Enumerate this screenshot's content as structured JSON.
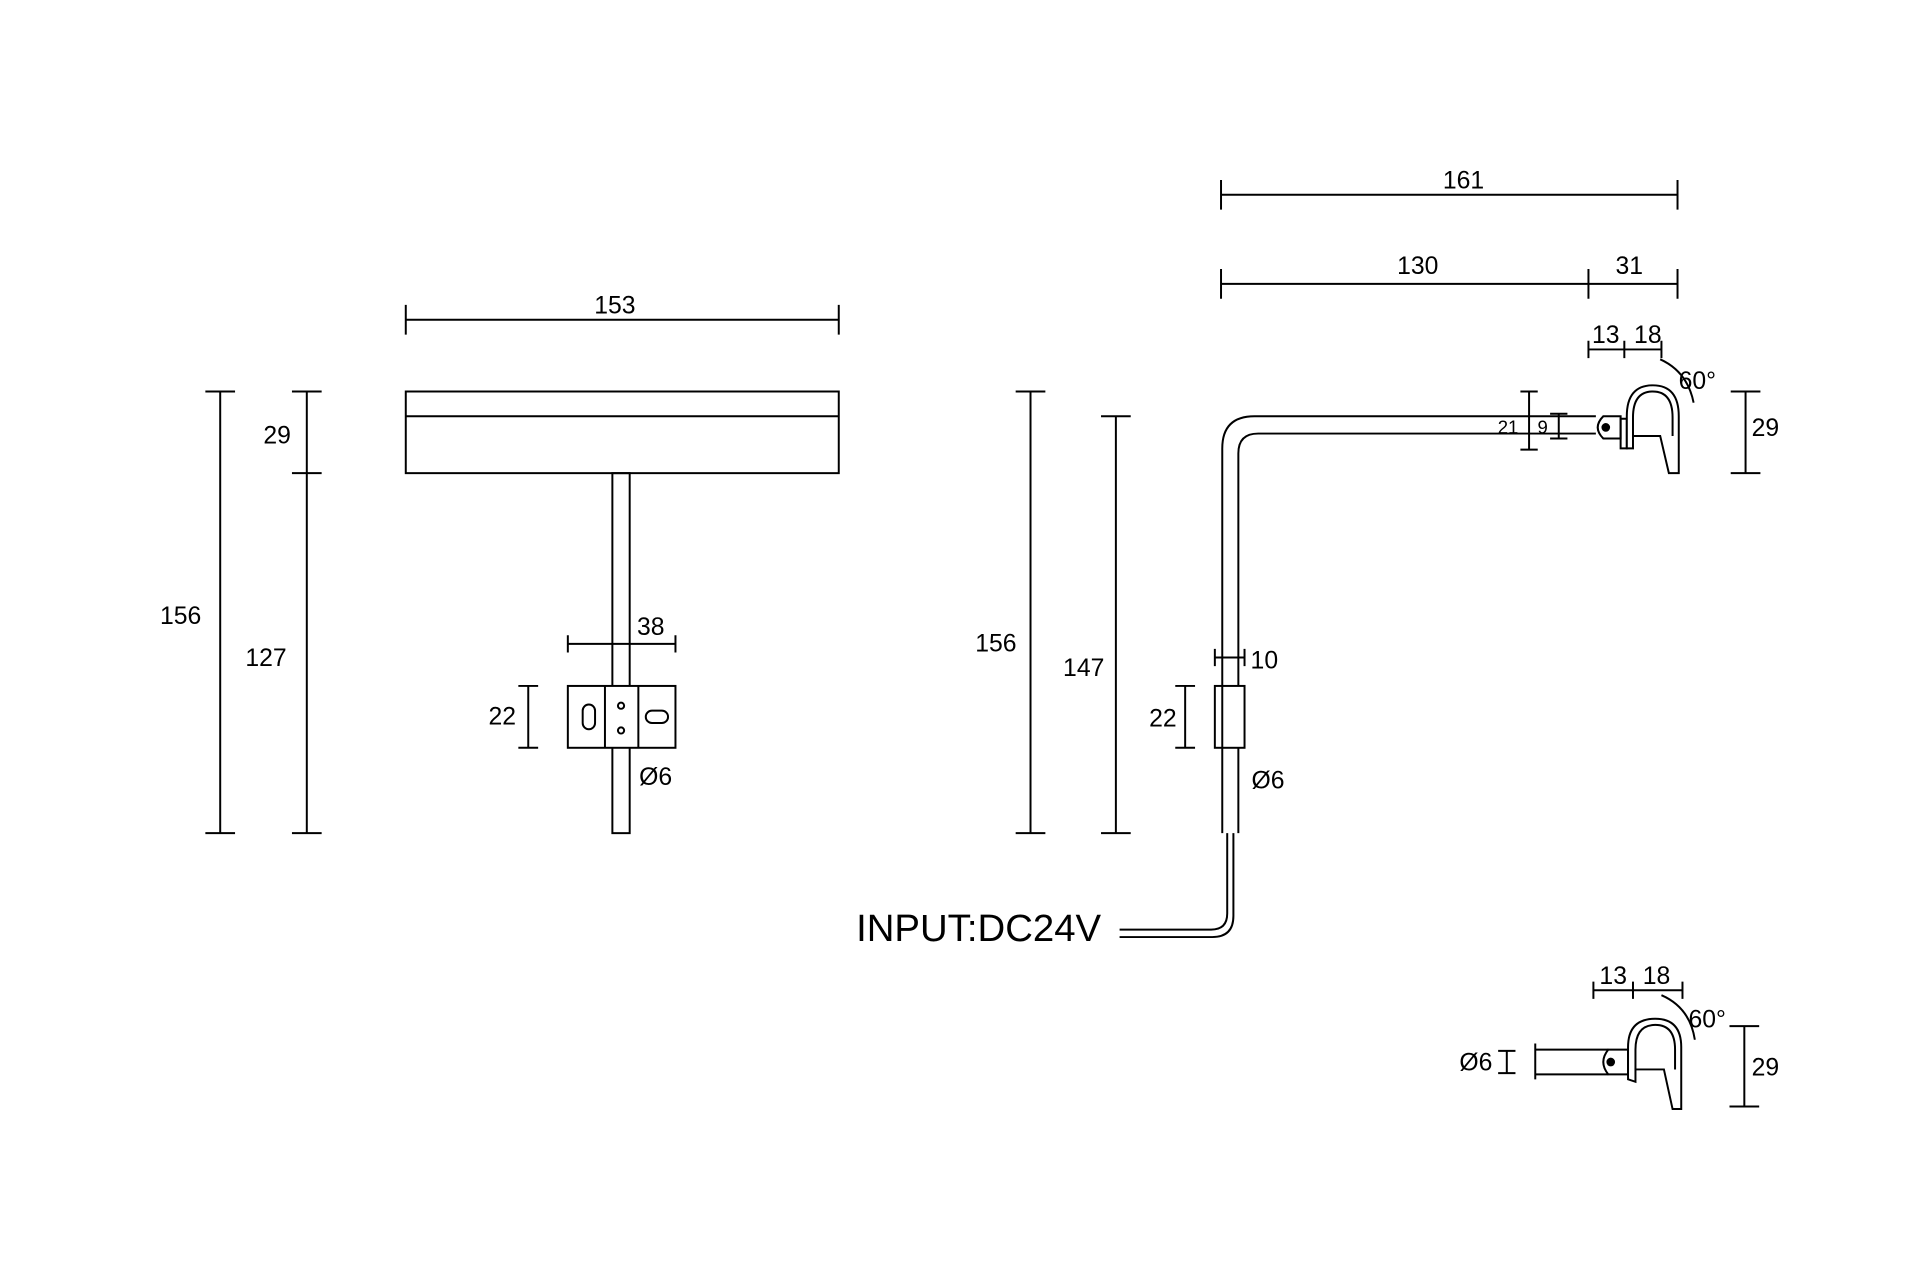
{
  "front_view": {
    "width": "153",
    "total_height": "156",
    "head_height": "29",
    "stem_height": "127",
    "bracket_width": "38",
    "bracket_height": "22",
    "stem_diameter": "Ø6"
  },
  "side_view": {
    "total_reach": "161",
    "arm_reach": "130",
    "head_reach": "31",
    "joint_offset": "13",
    "head_depth": "18",
    "head_outer": "21",
    "joint_size": "9",
    "head_height": "29",
    "tilt_angle": "60°",
    "total_height": "156",
    "arm_height": "147",
    "stem_width": "10",
    "bracket_height": "22",
    "stem_diameter": "Ø6",
    "input_label": "INPUT:DC24V"
  },
  "detail_view": {
    "joint_offset": "13",
    "head_depth": "18",
    "tilt_angle": "60°",
    "head_height": "29",
    "rod_diameter": "Ø6"
  }
}
